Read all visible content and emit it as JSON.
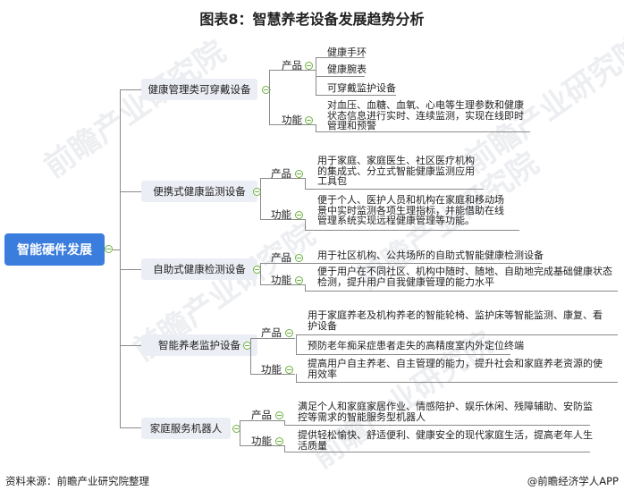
{
  "title": "图表8：智慧养老设备发展趋势分析",
  "watermark": "前瞻产业研究院",
  "root": {
    "label": "智能硬件发展",
    "color": "#3b7ddd"
  },
  "branches": [
    {
      "label": "健康管理类可穿戴设备",
      "product_label": "产品",
      "function_label": "功能",
      "products": [
        "健康手环",
        "健康腕表",
        "可穿戴监护设备"
      ],
      "function": "对血压、血糖、血氧、心电等生理参数和健康状态信息进行实时、连续监测，实现在线即时管理和预警"
    },
    {
      "label": "便携式健康监测设备",
      "product_label": "产品",
      "function_label": "功能",
      "products": [
        "用于家庭、家庭医生、社区医疗机构的集成式、分立式智能健康监测应用工具包"
      ],
      "function": "便于个人、医护人员和机构在家庭和移动场景中实时监测各项生理指标，并能借助在线管理系统实现远程健康管理等功能。"
    },
    {
      "label": "自助式健康检测设备",
      "product_label": "产品",
      "function_label": "功能",
      "products": [
        "用于社区机构、公共场所的自助式智能健康检测设备"
      ],
      "function": "便于用户在不同社区、机构中随时、随地、自助地完成基础健康状态检测，提升用户自我健康管理的能力水平"
    },
    {
      "label": "智能养老监护设备",
      "product_label": "产品",
      "function_label": "功能",
      "products": [
        "用于家庭养老及机构养老的智能轮椅、监护床等智能监测、康复、看护设备",
        "预防老年痴呆症患者走失的高精度室内外定位终端"
      ],
      "function": "提高用户自主养老、自主管理的能力，提升社会和家庭养老资源的使用效率"
    },
    {
      "label": "家庭服务机器人",
      "product_label": "产品",
      "function_label": "功能",
      "products": [
        "满足个人和家庭家居作业、情感陪护、娱乐休闲、残障辅助、安防监控等需求的智能服务型机器人"
      ],
      "function": "提供轻松愉快、舒适便利、健康安全的现代家庭生活，提高老年人生活质量"
    }
  ],
  "footer": {
    "source": "资料来源：前瞻产业研究院整理",
    "credit": "@前瞻经济学人APP"
  }
}
